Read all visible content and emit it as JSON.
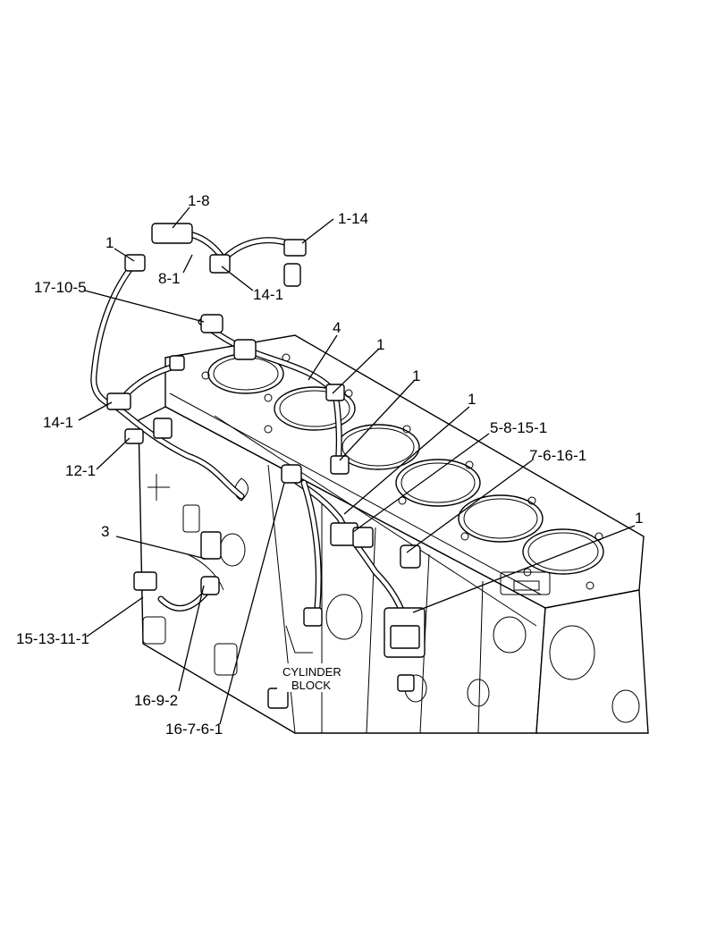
{
  "callouts": {
    "c_1_8": "1-8",
    "c_1_14": "1-14",
    "c_1_top": "1",
    "c_8_1": "8-1",
    "c_14_1_top": "14-1",
    "c_17_10_5": "17-10-5",
    "c_4": "4",
    "c_1_a": "1",
    "c_1_b": "1",
    "c_1_c": "1",
    "c_5_8_15_1": "5-8-15-1",
    "c_7_6_16_1": "7-6-16-1",
    "c_1_d": "1",
    "c_14_1_left": "14-1",
    "c_12_1": "12-1",
    "c_3": "3",
    "c_15_13_11_1": "15-13-11-1",
    "c_16_9_2": "16-9-2",
    "c_16_7_6_1": "16-7-6-1"
  },
  "labels": {
    "cylinder": "CYLINDER",
    "block": "BLOCK"
  }
}
